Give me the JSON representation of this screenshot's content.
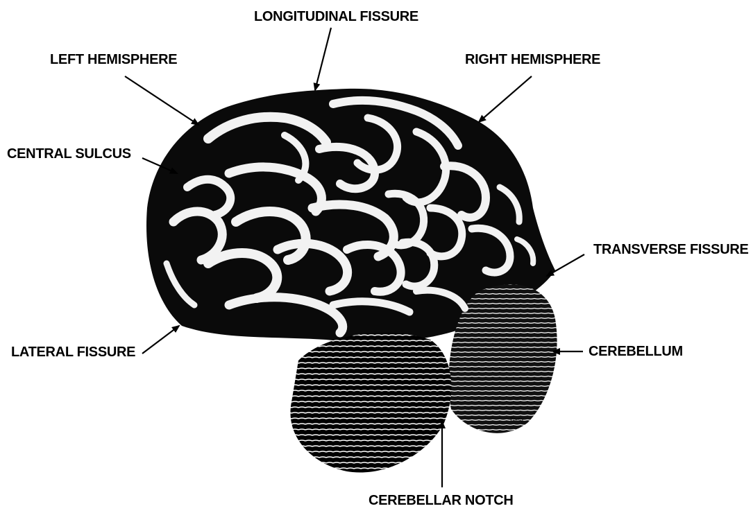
{
  "labels": {
    "longitudinal_fissure": "LONGITUDINAL FISSURE",
    "left_hemisphere": "LEFT HEMISPHERE",
    "right_hemisphere": "RIGHT HEMISPHERE",
    "central_sulcus": "CENTRAL SULCUS",
    "transverse_fissure": "TRANSVERSE FISSURE",
    "lateral_fissure": "LATERAL FISSURE",
    "cerebellum": "CEREBELLUM",
    "cerebellar_notch": "CEREBELLAR NOTCH"
  },
  "signature": "Poeny"
}
